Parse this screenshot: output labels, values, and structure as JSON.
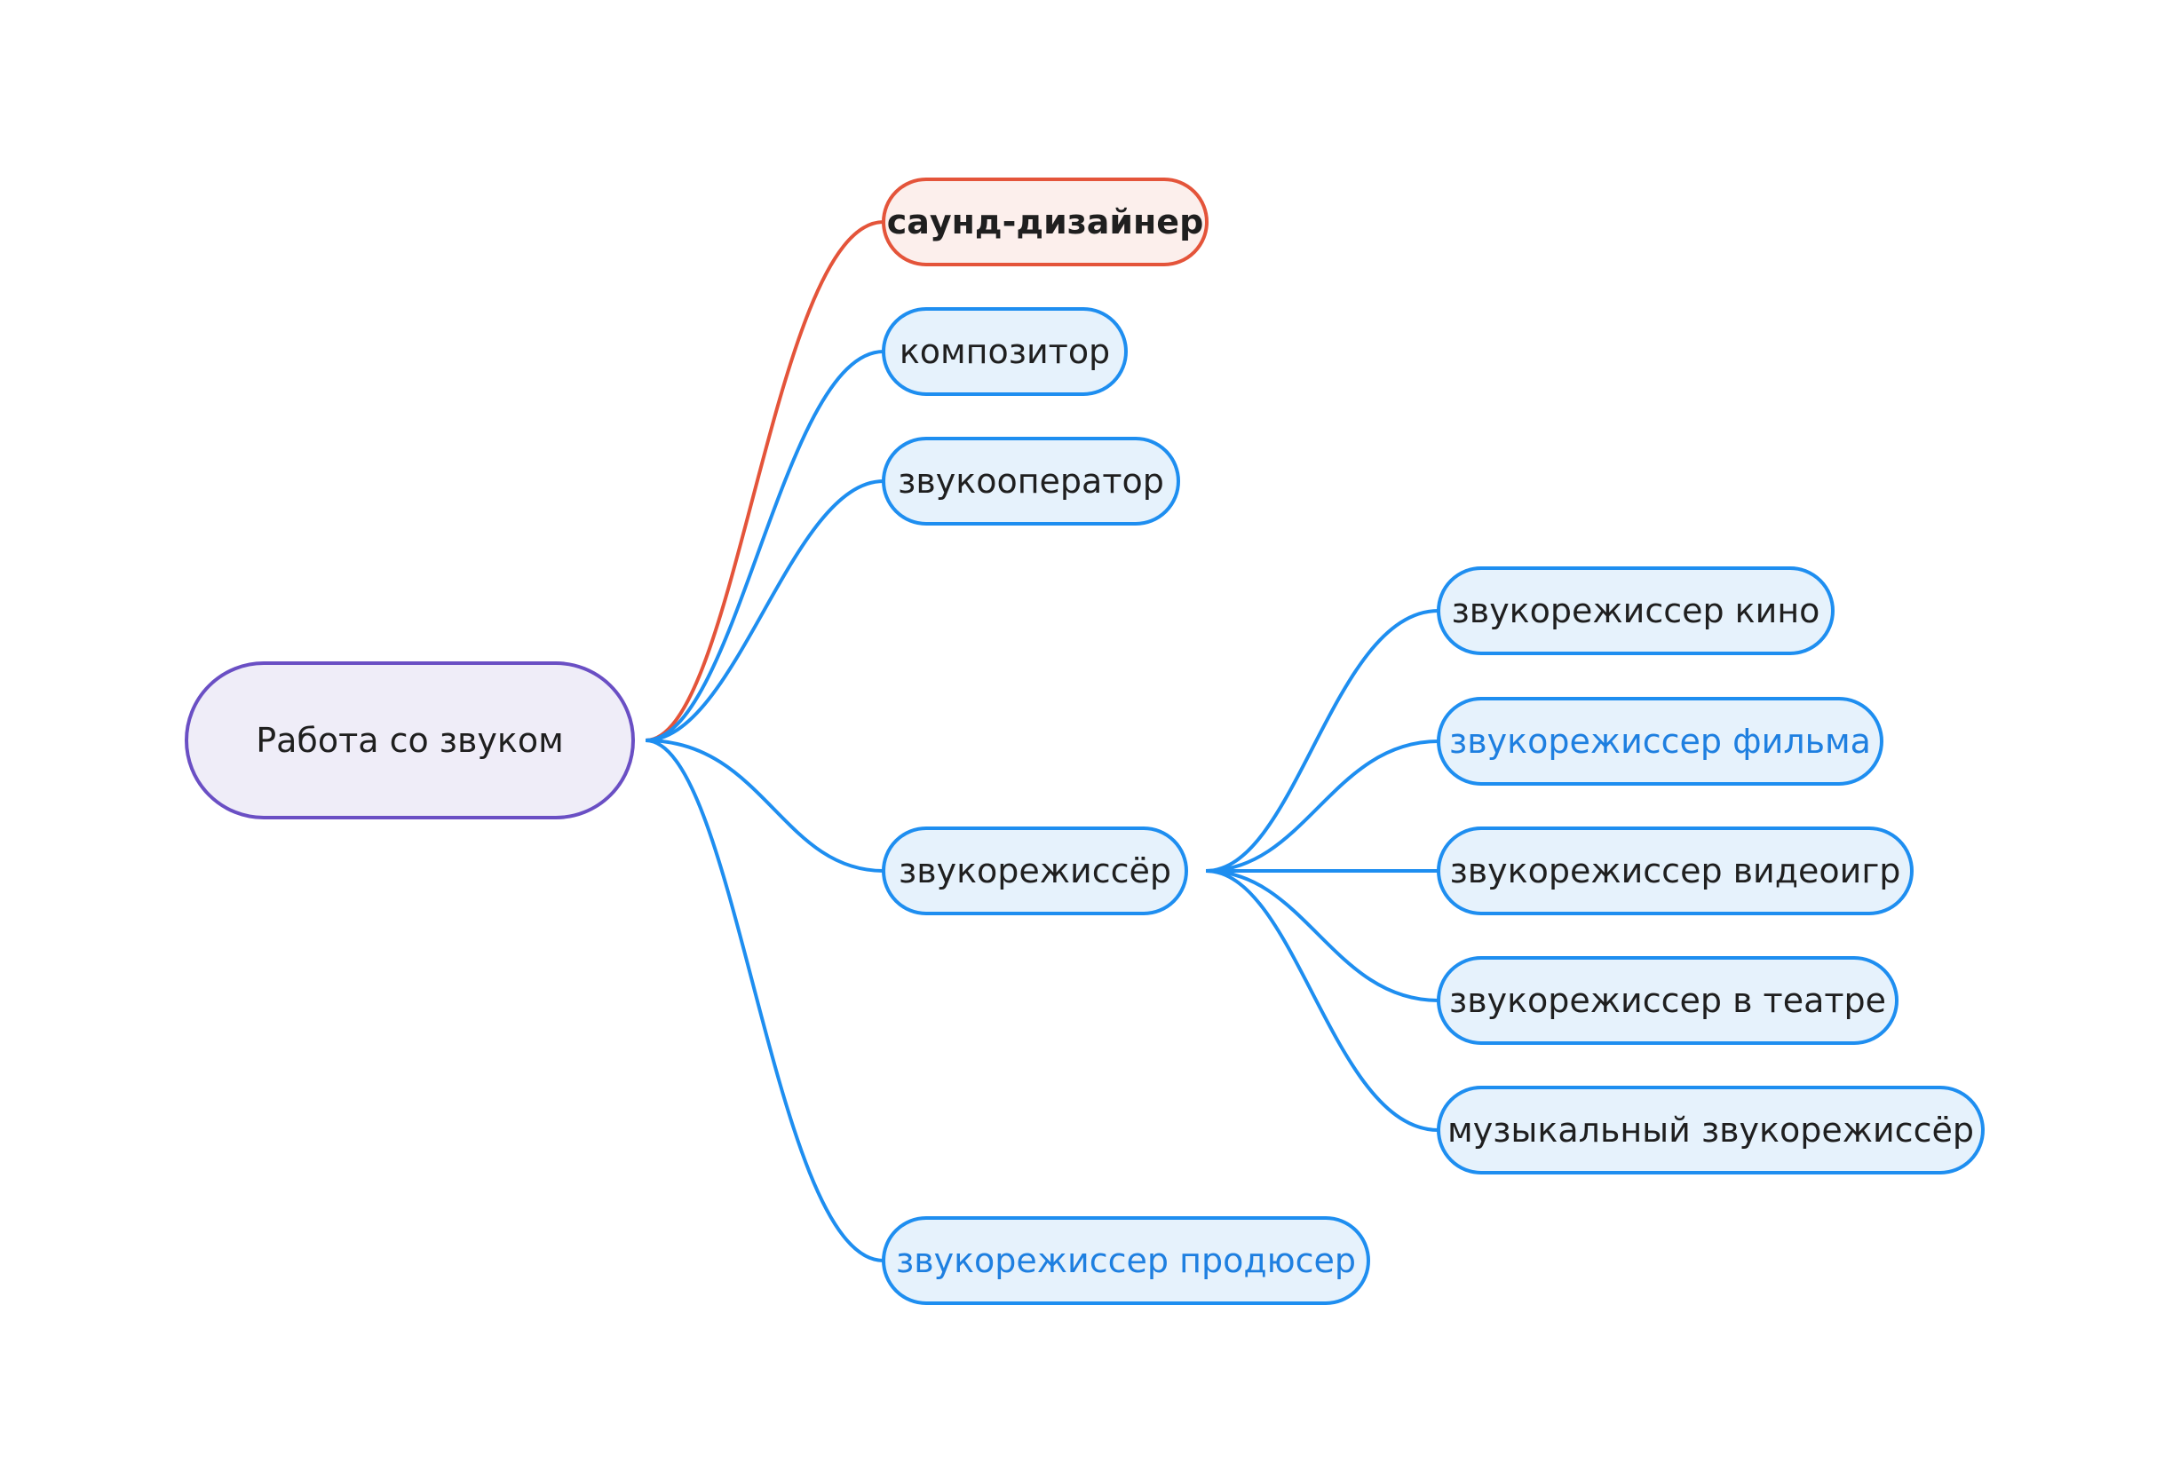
{
  "colors": {
    "root_border": "#6a4fc4",
    "root_fill": "#efedf8",
    "branch_border": "#1e8ef0",
    "branch_fill": "#e6f2fc",
    "accent_border": "#e4543a",
    "accent_fill": "#fcefec",
    "link_text": "#1e7fe0"
  },
  "root": {
    "label": "Работа со звуком"
  },
  "branches": [
    {
      "label": "саунд-дизайнер",
      "style": "accent"
    },
    {
      "label": "композитор"
    },
    {
      "label": "звукооператор"
    },
    {
      "label": "звукорежиссёр"
    },
    {
      "label": "звукорежиссер продюсер",
      "style": "link"
    }
  ],
  "sub_branches": [
    {
      "label": "звукорежиссер кино"
    },
    {
      "label": "звукорежиссер фильма",
      "style": "link"
    },
    {
      "label": "звукорежиссер видеоигр"
    },
    {
      "label": "звукорежиссер в театре"
    },
    {
      "label": "музыкальный звукорежиссёр"
    }
  ]
}
